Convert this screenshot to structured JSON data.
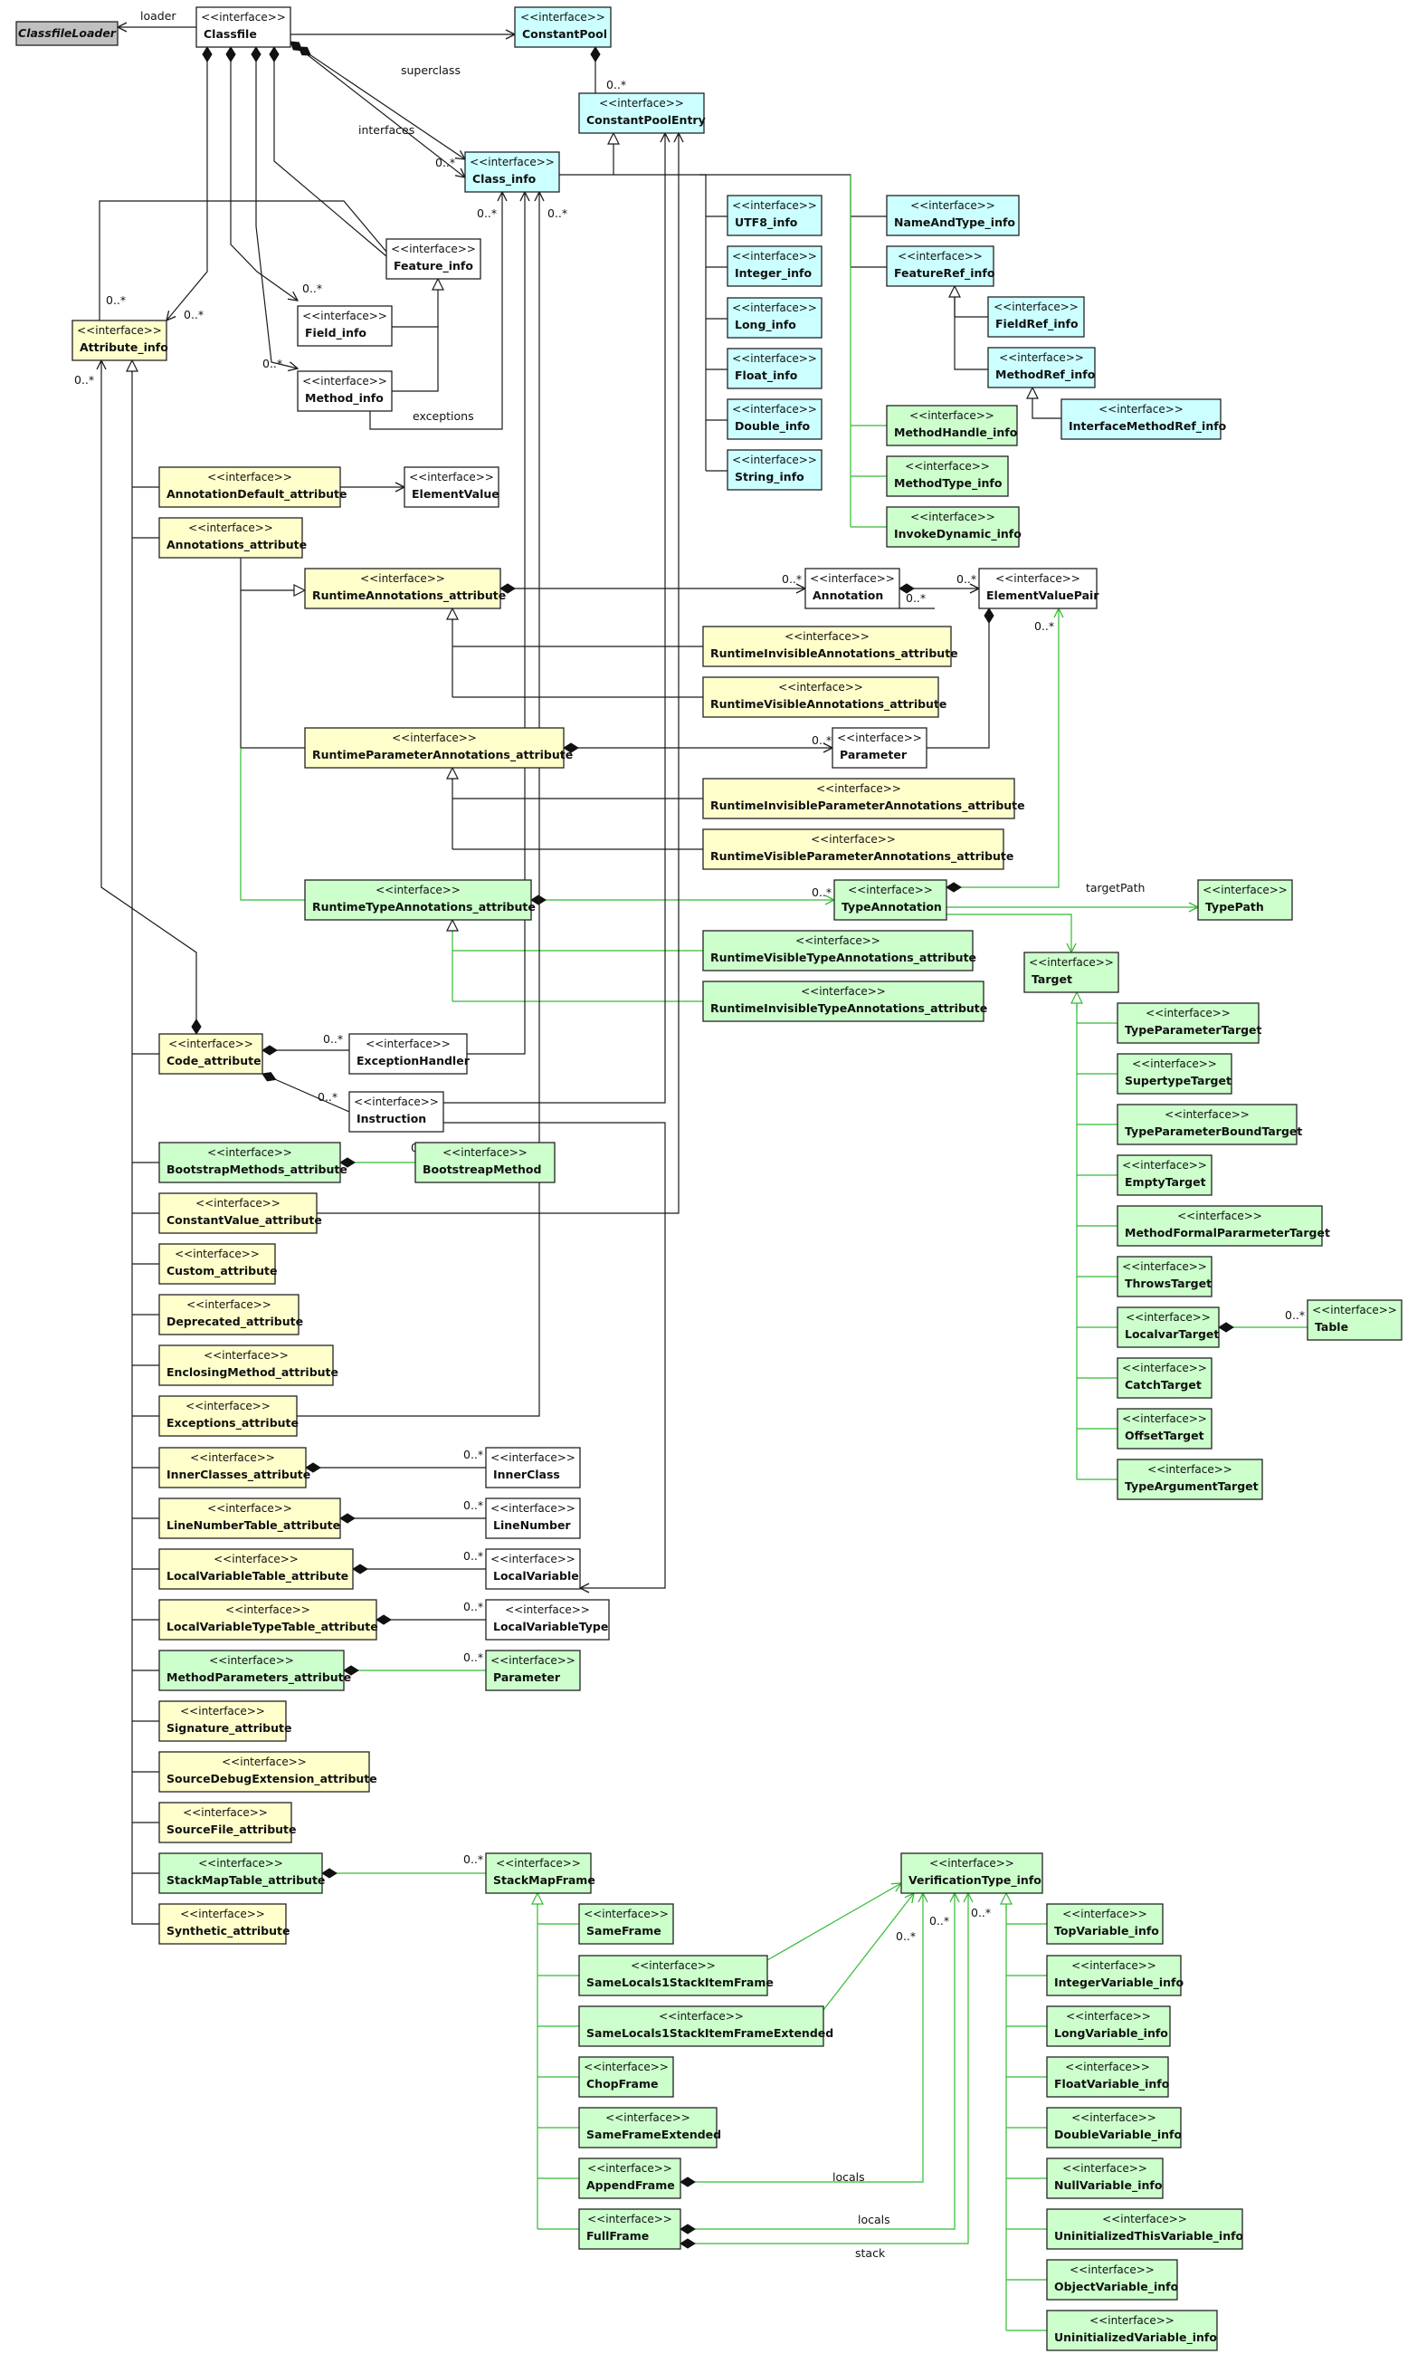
{
  "colors": {
    "white": "#ffffff",
    "cyan": "#ccffff",
    "yellow": "#ffffcc",
    "green": "#ccffcc",
    "gray": "#c0c0c0",
    "edge_dark": "#1a1a1a",
    "edge_green": "#33bb33"
  },
  "stereotype": "<<interface>>",
  "classes": [
    {
      "id": "ClassfileLoader",
      "name": "ClassfileLoader",
      "stereotype": false,
      "italic": true,
      "color": "gray"
    },
    {
      "id": "Classfile",
      "name": "Classfile",
      "color": "white"
    },
    {
      "id": "ConstantPool",
      "name": "ConstantPool",
      "color": "cyan"
    },
    {
      "id": "ConstantPoolEntry",
      "name": "ConstantPoolEntry",
      "color": "cyan"
    },
    {
      "id": "Class_info",
      "name": "Class_info",
      "color": "cyan"
    },
    {
      "id": "UTF8_info",
      "name": "UTF8_info",
      "color": "cyan"
    },
    {
      "id": "Integer_info",
      "name": "Integer_info",
      "color": "cyan"
    },
    {
      "id": "Long_info",
      "name": "Long_info",
      "color": "cyan"
    },
    {
      "id": "Float_info",
      "name": "Float_info",
      "color": "cyan"
    },
    {
      "id": "Double_info",
      "name": "Double_info",
      "color": "cyan"
    },
    {
      "id": "String_info",
      "name": "String_info",
      "color": "cyan"
    },
    {
      "id": "NameAndType_info",
      "name": "NameAndType_info",
      "color": "cyan"
    },
    {
      "id": "FeatureRef_info",
      "name": "FeatureRef_info",
      "color": "cyan"
    },
    {
      "id": "FieldRef_info",
      "name": "FieldRef_info",
      "color": "cyan"
    },
    {
      "id": "MethodRef_info",
      "name": "MethodRef_info",
      "color": "cyan"
    },
    {
      "id": "InterfaceMethodRef_info",
      "name": "InterfaceMethodRef_info",
      "color": "cyan"
    },
    {
      "id": "MethodHandle_info",
      "name": "MethodHandle_info",
      "color": "green"
    },
    {
      "id": "MethodType_info",
      "name": "MethodType_info",
      "color": "green"
    },
    {
      "id": "InvokeDynamic_info",
      "name": "InvokeDynamic_info",
      "color": "green"
    },
    {
      "id": "Feature_info",
      "name": "Feature_info",
      "color": "white"
    },
    {
      "id": "Field_info",
      "name": "Field_info",
      "color": "white"
    },
    {
      "id": "Method_info",
      "name": "Method_info",
      "color": "white"
    },
    {
      "id": "Attribute_info",
      "name": "Attribute_info",
      "color": "yellow"
    },
    {
      "id": "AnnotationDefault_attribute",
      "name": "AnnotationDefault_attribute",
      "color": "yellow"
    },
    {
      "id": "ElementValue",
      "name": "ElementValue",
      "color": "white"
    },
    {
      "id": "Annotations_attribute",
      "name": "Annotations_attribute",
      "color": "yellow"
    },
    {
      "id": "RuntimeAnnotations_attribute",
      "name": "RuntimeAnnotations_attribute",
      "color": "yellow"
    },
    {
      "id": "Annotation",
      "name": "Annotation",
      "color": "white"
    },
    {
      "id": "ElementValuePair",
      "name": "ElementValuePair",
      "color": "white"
    },
    {
      "id": "RuntimeInvisibleAnnotations_attribute",
      "name": "RuntimeInvisibleAnnotations_attribute",
      "color": "yellow"
    },
    {
      "id": "RuntimeVisibleAnnotations_attribute",
      "name": "RuntimeVisibleAnnotations_attribute",
      "color": "yellow"
    },
    {
      "id": "RuntimeParameterAnnotations_attribute",
      "name": "RuntimeParameterAnnotations_attribute",
      "color": "yellow"
    },
    {
      "id": "Parameter",
      "name": "Parameter",
      "color": "white"
    },
    {
      "id": "RuntimeInvisibleParameterAnnotations_attribute",
      "name": "RuntimeInvisibleParameterAnnotations_attribute",
      "color": "yellow"
    },
    {
      "id": "RuntimeVisibleParameterAnnotations_attribute",
      "name": "RuntimeVisibleParameterAnnotations_attribute",
      "color": "yellow"
    },
    {
      "id": "RuntimeTypeAnnotations_attribute",
      "name": "RuntimeTypeAnnotations_attribute",
      "color": "green"
    },
    {
      "id": "TypeAnnotation",
      "name": "TypeAnnotation",
      "color": "green"
    },
    {
      "id": "TypePath",
      "name": "TypePath",
      "color": "green"
    },
    {
      "id": "RuntimeVisibleTypeAnnotations_attribute",
      "name": "RuntimeVisibleTypeAnnotations_attribute",
      "color": "green"
    },
    {
      "id": "RuntimeInvisibleTypeAnnotations_attribute",
      "name": "RuntimeInvisibleTypeAnnotations_attribute",
      "color": "green"
    },
    {
      "id": "Target",
      "name": "Target",
      "color": "green"
    },
    {
      "id": "TypeParameterTarget",
      "name": "TypeParameterTarget",
      "color": "green"
    },
    {
      "id": "SupertypeTarget",
      "name": "SupertypeTarget",
      "color": "green"
    },
    {
      "id": "TypeParameterBoundTarget",
      "name": "TypeParameterBoundTarget",
      "color": "green"
    },
    {
      "id": "EmptyTarget",
      "name": "EmptyTarget",
      "color": "green"
    },
    {
      "id": "MethodFormalPararmeterTarget",
      "name": "MethodFormalPararmeterTarget",
      "color": "green"
    },
    {
      "id": "ThrowsTarget",
      "name": "ThrowsTarget",
      "color": "green"
    },
    {
      "id": "LocalvarTarget",
      "name": "LocalvarTarget",
      "color": "green"
    },
    {
      "id": "Table",
      "name": "Table",
      "color": "green"
    },
    {
      "id": "CatchTarget",
      "name": "CatchTarget",
      "color": "green"
    },
    {
      "id": "OffsetTarget",
      "name": "OffsetTarget",
      "color": "green"
    },
    {
      "id": "TypeArgumentTarget",
      "name": "TypeArgumentTarget",
      "color": "green"
    },
    {
      "id": "Code_attribute",
      "name": "Code_attribute",
      "color": "yellow"
    },
    {
      "id": "ExceptionHandler",
      "name": "ExceptionHandler",
      "color": "white"
    },
    {
      "id": "Instruction",
      "name": "Instruction",
      "color": "white"
    },
    {
      "id": "BootstrapMethods_attribute",
      "name": "BootstrapMethods_attribute",
      "color": "green"
    },
    {
      "id": "BootstreapMethod",
      "name": "BootstreapMethod",
      "color": "green"
    },
    {
      "id": "ConstantValue_attribute",
      "name": "ConstantValue_attribute",
      "color": "yellow"
    },
    {
      "id": "Custom_attribute",
      "name": "Custom_attribute",
      "color": "yellow"
    },
    {
      "id": "Deprecated_attribute",
      "name": "Deprecated_attribute",
      "color": "yellow"
    },
    {
      "id": "EnclosingMethod_attribute",
      "name": "EnclosingMethod_attribute",
      "color": "yellow"
    },
    {
      "id": "Exceptions_attribute",
      "name": "Exceptions_attribute",
      "color": "yellow"
    },
    {
      "id": "InnerClasses_attribute",
      "name": "InnerClasses_attribute",
      "color": "yellow"
    },
    {
      "id": "InnerClass",
      "name": "InnerClass",
      "color": "white"
    },
    {
      "id": "LineNumberTable_attribute",
      "name": "LineNumberTable_attribute",
      "color": "yellow"
    },
    {
      "id": "LineNumber",
      "name": "LineNumber",
      "color": "white"
    },
    {
      "id": "LocalVariableTable_attribute",
      "name": "LocalVariableTable_attribute",
      "color": "yellow"
    },
    {
      "id": "LocalVariable",
      "name": "LocalVariable",
      "color": "white"
    },
    {
      "id": "LocalVariableTypeTable_attribute",
      "name": "LocalVariableTypeTable_attribute",
      "color": "yellow"
    },
    {
      "id": "LocalVariableType",
      "name": "LocalVariableType",
      "color": "white"
    },
    {
      "id": "MethodParameters_attribute",
      "name": "MethodParameters_attribute",
      "color": "green"
    },
    {
      "id": "Parameter2",
      "name": "Parameter",
      "color": "green"
    },
    {
      "id": "Signature_attribute",
      "name": "Signature_attribute",
      "color": "yellow"
    },
    {
      "id": "SourceDebugExtension_attribute",
      "name": "SourceDebugExtension_attribute",
      "color": "yellow"
    },
    {
      "id": "SourceFile_attribute",
      "name": "SourceFile_attribute",
      "color": "yellow"
    },
    {
      "id": "StackMapTable_attribute",
      "name": "StackMapTable_attribute",
      "color": "green"
    },
    {
      "id": "StackMapFrame",
      "name": "StackMapFrame",
      "color": "green"
    },
    {
      "id": "Synthetic_attribute",
      "name": "Synthetic_attribute",
      "color": "yellow"
    },
    {
      "id": "SameFrame",
      "name": "SameFrame",
      "color": "green"
    },
    {
      "id": "SameLocals1StackItemFrame",
      "name": "SameLocals1StackItemFrame",
      "color": "green"
    },
    {
      "id": "SameLocals1StackItemFrameExtended",
      "name": "SameLocals1StackItemFrameExtended",
      "color": "green"
    },
    {
      "id": "ChopFrame",
      "name": "ChopFrame",
      "color": "green"
    },
    {
      "id": "SameFrameExtended",
      "name": "SameFrameExtended",
      "color": "green"
    },
    {
      "id": "AppendFrame",
      "name": "AppendFrame",
      "color": "green"
    },
    {
      "id": "FullFrame",
      "name": "FullFrame",
      "color": "green"
    },
    {
      "id": "VerificationType_info",
      "name": "VerificationType_info",
      "color": "green"
    },
    {
      "id": "TopVariable_info",
      "name": "TopVariable_info",
      "color": "green"
    },
    {
      "id": "IntegerVariable_info",
      "name": "IntegerVariable_info",
      "color": "green"
    },
    {
      "id": "LongVariable_info",
      "name": "LongVariable_info",
      "color": "green"
    },
    {
      "id": "FloatVariable_info",
      "name": "FloatVariable_info",
      "color": "green"
    },
    {
      "id": "DoubleVariable_info",
      "name": "DoubleVariable_info",
      "color": "green"
    },
    {
      "id": "NullVariable_info",
      "name": "NullVariable_info",
      "color": "green"
    },
    {
      "id": "UninitializedThisVariable_info",
      "name": "UninitializedThisVariable_info",
      "color": "green"
    },
    {
      "id": "ObjectVariable_info",
      "name": "ObjectVariable_info",
      "color": "green"
    },
    {
      "id": "UninitializedVariable_info",
      "name": "UninitializedVariable_info",
      "color": "green"
    }
  ],
  "edge_labels": {
    "loader": "loader",
    "superclass": "superclass",
    "interfaces": "interfaces",
    "exceptions": "exceptions",
    "targetPath": "targetPath",
    "locals": "locals",
    "stack": "stack",
    "many": "0..*"
  }
}
